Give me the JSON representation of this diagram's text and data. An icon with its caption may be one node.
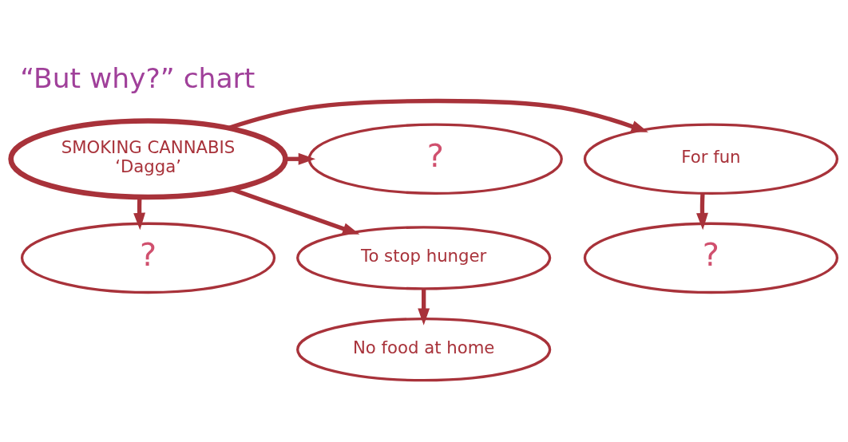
{
  "diagram": {
    "title": "“But why?” chart",
    "nodes": [
      {
        "text": [
          "SMOKING CANNABIS",
          "‘Dagga’"
        ]
      },
      {
        "text": [
          "?"
        ]
      },
      {
        "text": [
          "?"
        ]
      },
      {
        "text": [
          "?"
        ]
      },
      {
        "text": [
          "For fun"
        ]
      },
      {
        "text": [
          "To stop hunger"
        ]
      },
      {
        "text": [
          "No food at home"
        ]
      }
    ],
    "edges": [
      {
        "from": 0,
        "to": 1,
        "arrow": "to"
      },
      {
        "from": 0,
        "to": 2,
        "arrow": "to"
      },
      {
        "from": 0,
        "to": 4,
        "arrow": "to"
      },
      {
        "from": 4,
        "to": 3,
        "arrow": "to"
      },
      {
        "from": 0,
        "to": 5,
        "arrow": "to"
      },
      {
        "from": 5,
        "to": 6,
        "arrow": "to"
      }
    ]
  }
}
